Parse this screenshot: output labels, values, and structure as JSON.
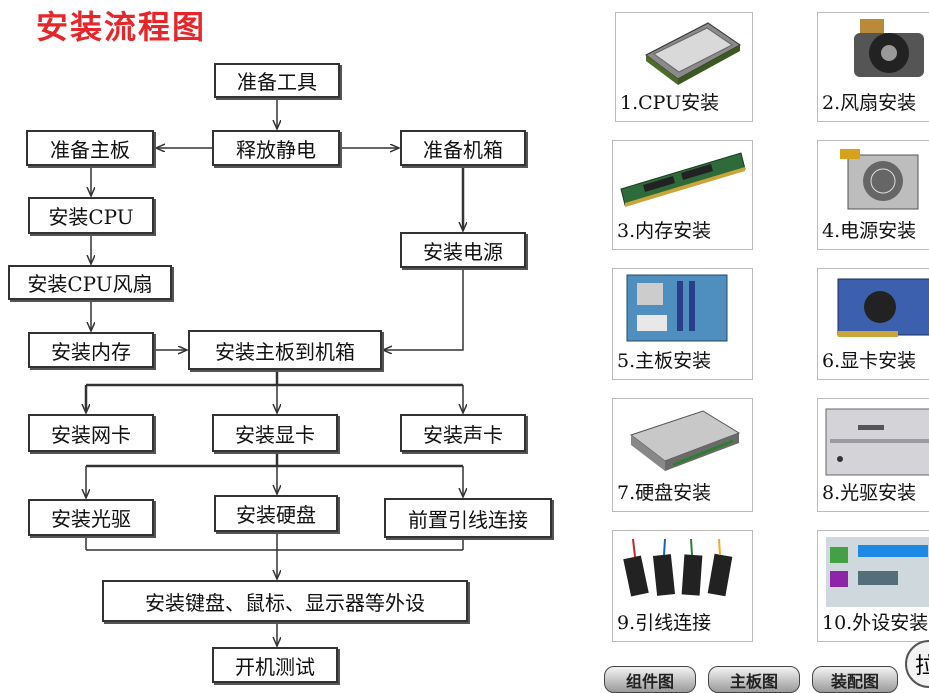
{
  "title": "安装流程图",
  "flow": {
    "tools": "准备工具",
    "discharge": "释放静电",
    "board": "准备主板",
    "case": "准备机箱",
    "cpu": "安装CPU",
    "psu": "安装电源",
    "fan": "安装CPU风扇",
    "ram": "安装内存",
    "mount": "安装主板到机箱",
    "nic": "安装网卡",
    "gpu": "安装显卡",
    "sound": "安装声卡",
    "optical": "安装光驱",
    "hdd": "安装硬盘",
    "front": "前置引线连接",
    "peripherals": "安装键盘、鼠标、显示器等外设",
    "boot": "开机测试"
  },
  "steps": [
    {
      "label": "1.CPU安装",
      "icon": "cpu-icon"
    },
    {
      "label": "2.风扇安装",
      "icon": "fan-icon"
    },
    {
      "label": "3.内存安装",
      "icon": "ram-icon"
    },
    {
      "label": "4.电源安装",
      "icon": "psu-icon"
    },
    {
      "label": "5.主板安装",
      "icon": "motherboard-icon"
    },
    {
      "label": "6.显卡安装",
      "icon": "gpu-icon"
    },
    {
      "label": "7.硬盘安装",
      "icon": "hdd-icon"
    },
    {
      "label": "8.光驱安装",
      "icon": "optical-drive-icon"
    },
    {
      "label": "9.引线连接",
      "icon": "cables-icon"
    },
    {
      "label": "10.外设安装",
      "icon": "ports-icon"
    }
  ],
  "buttons": {
    "parts": "组件图",
    "mainboard": "主板图",
    "assembly": "装配图",
    "round": "拉"
  }
}
